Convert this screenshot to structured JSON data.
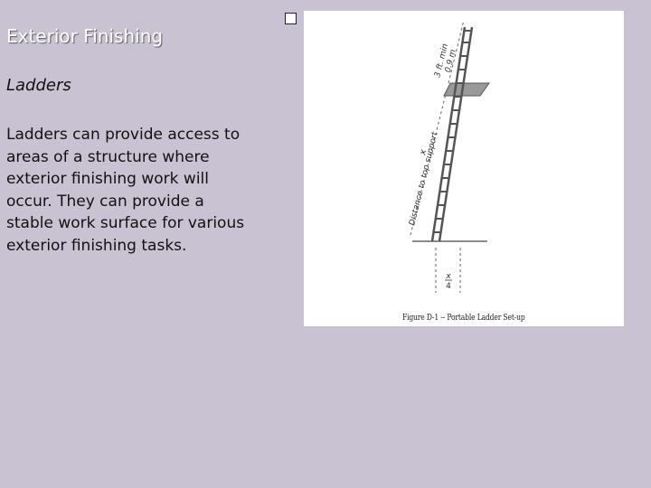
{
  "slide": {
    "title": "Exterior Finishing",
    "subtitle": "Ladders",
    "body": "Ladders can provide access to areas of a structure where exterior finishing work will occur. They can provide a stable work surface for various exterior finishing tasks."
  },
  "figure": {
    "dimension_top_line1": "3 ft. min",
    "dimension_top_line2": "0.9 m",
    "distance_label": "Distance to top support",
    "height_symbol": "x",
    "base_label_top": "x",
    "base_label_bottom": "4",
    "caption": "Figure D-1 -- Portable Ladder Set-up"
  },
  "colors": {
    "background": "#c9c2d2",
    "title": "#ffffff",
    "text": "#111111",
    "figure_background": "#ffffff"
  }
}
